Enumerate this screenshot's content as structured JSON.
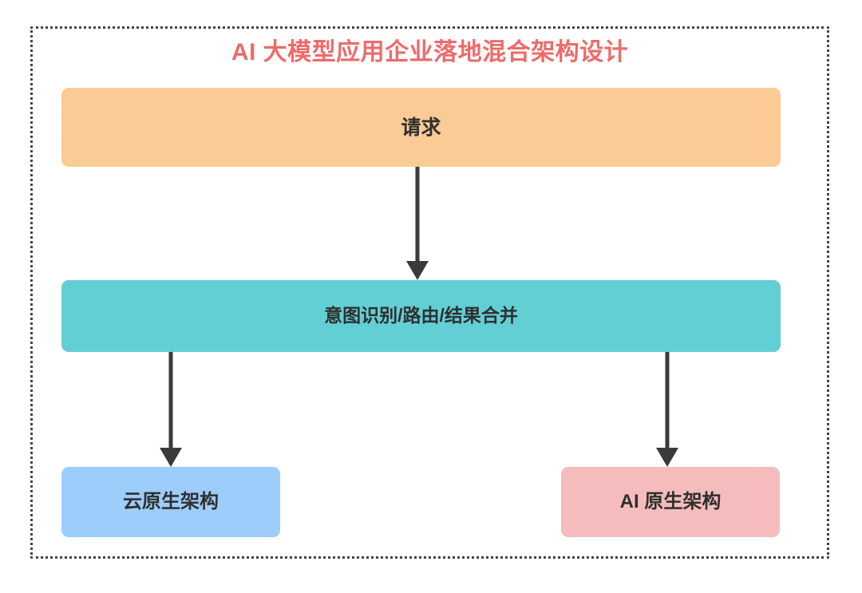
{
  "diagram": {
    "title": "AI 大模型应用企业落地混合架构设计",
    "title_color": "#ef6a6a",
    "frame_style": "dotted",
    "frame_color": "#3f4450",
    "background": "#ffffff",
    "nodes": [
      {
        "id": "request",
        "label": "请求",
        "fill": "#fbcb96",
        "text_color": "#2f2f2f",
        "shape": "rounded-rect"
      },
      {
        "id": "router",
        "label": "意图识别/路由/结果合并",
        "fill": "#62cfd4",
        "text_color": "#2f2f2f",
        "shape": "rounded-rect"
      },
      {
        "id": "cloud-native",
        "label": "云原生架构",
        "fill": "#9ccdfb",
        "text_color": "#2f2f2f",
        "shape": "rounded-rect"
      },
      {
        "id": "ai-native",
        "label": "AI 原生架构",
        "fill": "#f4bcbc",
        "text_color": "#2f2f2f",
        "shape": "rounded-rect"
      }
    ],
    "edges": [
      {
        "id": "request-to-router",
        "from": "request",
        "to": "router",
        "label": "",
        "color": "#3a3a3a",
        "arrowhead": "solid-triangle"
      },
      {
        "id": "router-to-cloud",
        "from": "router",
        "to": "cloud-native",
        "label": "",
        "color": "#3a3a3a",
        "arrowhead": "solid-triangle"
      },
      {
        "id": "router-to-ai",
        "from": "router",
        "to": "ai-native",
        "label": "",
        "color": "#3a3a3a",
        "arrowhead": "solid-triangle"
      }
    ]
  }
}
